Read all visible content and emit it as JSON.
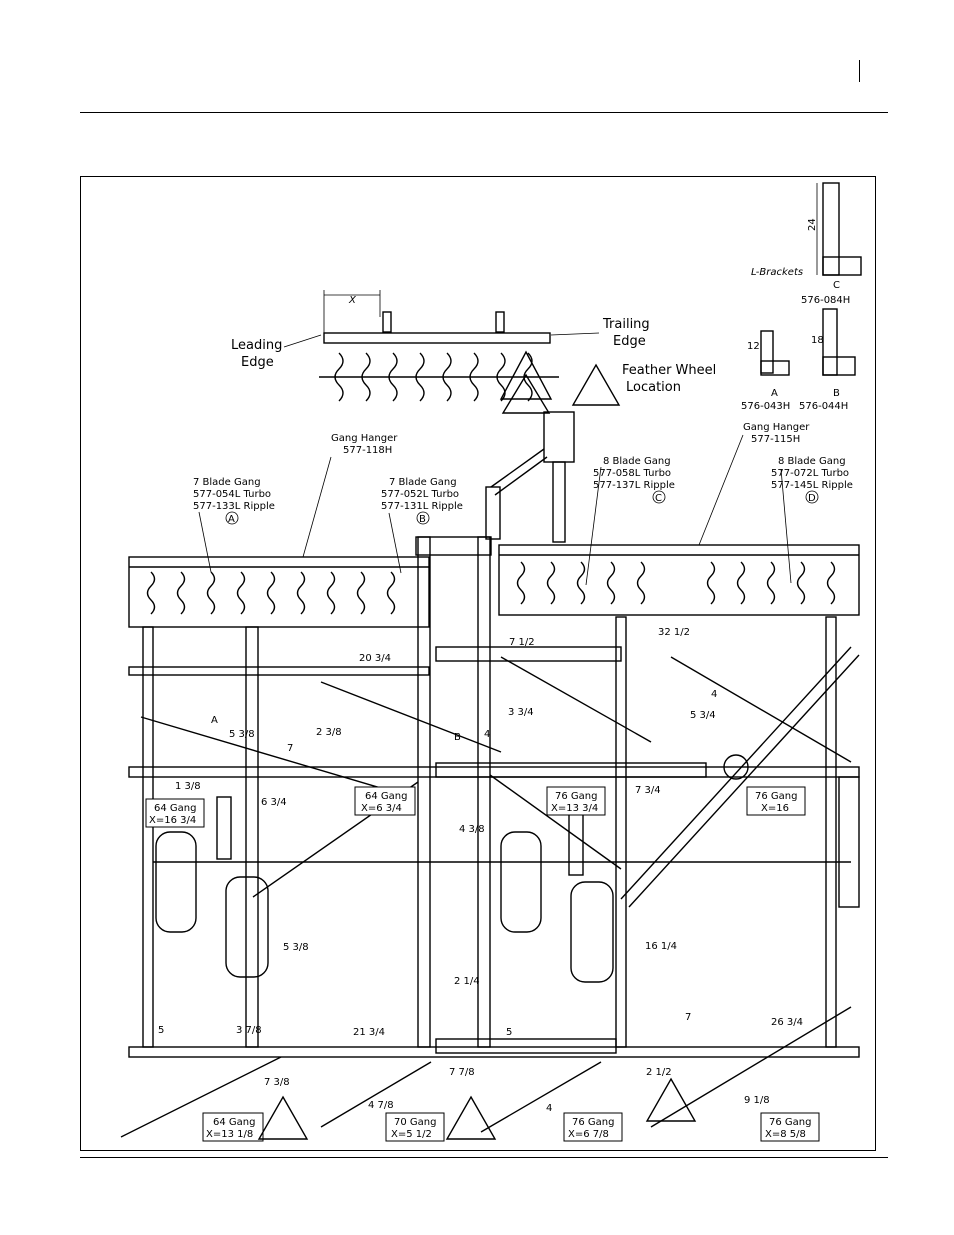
{
  "top_bar": {
    "mark": ""
  },
  "labels": {
    "leading_edge_l1": "Leading",
    "leading_edge_l2": "Edge",
    "trailing_edge_l1": "Trailing",
    "trailing_edge_l2": "Edge",
    "feather_l1": "Feather  Wheel",
    "feather_l2": "Location",
    "x_dim": "X",
    "lbrackets": "L-Brackets",
    "bracket_c_dim": "24",
    "bracket_c_letter": "C",
    "bracket_c_part": "576-084H",
    "bracket_a_dim": "12",
    "bracket_a_letter": "A",
    "bracket_a_part": "576-043H",
    "bracket_b_dim": "18",
    "bracket_b_letter": "B",
    "bracket_b_part": "576-044H",
    "hanger1_l1": "Gang Hanger",
    "hanger1_l2": "577-118H",
    "hanger2_l1": "Gang Hanger",
    "hanger2_l2": "577-115H",
    "gangA_l1": "7  Blade  Gang",
    "gangA_l2": "577-054L  Turbo",
    "gangA_l3": "577-133L  Ripple",
    "gangA_letter": "A",
    "gangB_l1": "7  Blade  Gang",
    "gangB_l2": "577-052L  Turbo",
    "gangB_l3": "577-131L  Ripple",
    "gangB_letter": "B",
    "gangC_l1": "8  Blade  Gang",
    "gangC_l2": "577-058L  Turbo",
    "gangC_l3": "577-137L  Ripple",
    "gangC_letter": "C",
    "gangD_l1": "8  Blade  Gang",
    "gangD_l2": "577-072L  Turbo",
    "gangD_l3": "577-145L  Ripple",
    "gangD_letter": "D"
  },
  "gang_boxes": [
    {
      "l1": "64  Gang",
      "l2": "X=16  3/4"
    },
    {
      "l1": "64  Gang",
      "l2": "X=6  3/4"
    },
    {
      "l1": "76  Gang",
      "l2": "X=13  3/4"
    },
    {
      "l1": "76  Gang",
      "l2": "X=16"
    },
    {
      "l1": "64  Gang",
      "l2": "X=13  1/8"
    },
    {
      "l1": "70  Gang",
      "l2": "X=5  1/2"
    },
    {
      "l1": "76  Gang",
      "l2": "X=6  7/8"
    },
    {
      "l1": "76  Gang",
      "l2": "X=8  5/8"
    }
  ],
  "dimensions": {
    "d1": "20 3/4",
    "d2": "7 1/2",
    "d3": "32 1/2",
    "d4": "4",
    "d5": "5 3/4",
    "d6": "3 3/4",
    "d7": "2 3/8",
    "d8": "5 3/8",
    "d9": "7",
    "d10": "4",
    "d11": "1 3/8",
    "d12": "6 3/4",
    "d13": "7 3/4",
    "d14": "4 3/8",
    "d15": "5 3/8",
    "d16": "16 1/4",
    "d17": "2 1/4",
    "d18": "5",
    "d19": "3 7/8",
    "d20": "21 3/4",
    "d21": "5",
    "d22": "7",
    "d23": "26 3/4",
    "d24": "7 3/8",
    "d25": "2 1/2",
    "d26": "9 1/8",
    "d27": "4",
    "d28": "4 7/8",
    "d29": "7 7/8"
  },
  "letters": {
    "A": "A",
    "B": "B"
  }
}
